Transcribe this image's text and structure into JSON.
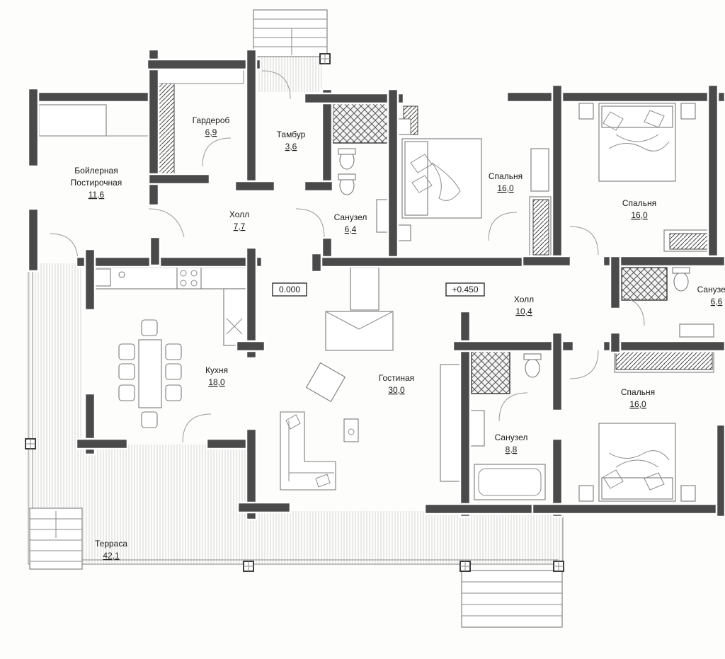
{
  "rooms": [
    {
      "name": "Гардероб",
      "area": "6,9"
    },
    {
      "name": "Тамбур",
      "area": "3,6"
    },
    {
      "name": "Бойлерная",
      "name2": "Постирочная",
      "area": "11,6"
    },
    {
      "name": "Холл",
      "area": "7,7"
    },
    {
      "name": "Санузел",
      "area": "6,4"
    },
    {
      "name": "Спальня",
      "area": "16,0"
    },
    {
      "name": "Спальня",
      "area": "16,0"
    },
    {
      "name": "Санузел",
      "area": "6,6"
    },
    {
      "name": "Холл",
      "area": "10,4"
    },
    {
      "name": "Кухня",
      "area": "18,0"
    },
    {
      "name": "Гостиная",
      "area": "30,0"
    },
    {
      "name": "Санузел",
      "area": "8,8"
    },
    {
      "name": "Спальня",
      "area": "16,0"
    },
    {
      "name": "Терраса",
      "area": "42,1"
    }
  ],
  "levels": [
    "0.000",
    "+0.450"
  ],
  "colors": {
    "wall": "#4a4a4a",
    "background": "#fdfdfb",
    "ink": "#1a1a1a"
  }
}
